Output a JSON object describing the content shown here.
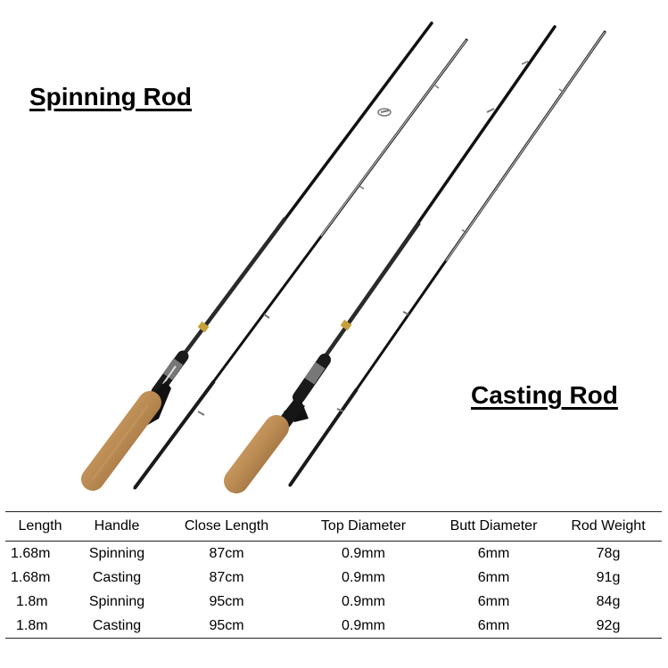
{
  "labels": {
    "spinning": "Spinning Rod",
    "casting": "Casting Rod"
  },
  "table": {
    "headers": [
      "Length",
      "Handle",
      "Close Length",
      "Top Diameter",
      "Butt Diameter",
      "Rod Weight"
    ],
    "rows": [
      [
        "1.68m",
        "Spinning",
        "87cm",
        "0.9mm",
        "6mm",
        "78g"
      ],
      [
        "1.68m",
        "Casting",
        "87cm",
        "0.9mm",
        "6mm",
        "91g"
      ],
      [
        "1.8m",
        "Spinning",
        "95cm",
        "0.9mm",
        "6mm",
        "84g"
      ],
      [
        "1.8m",
        "Casting",
        "95cm",
        "0.9mm",
        "6mm",
        "92g"
      ]
    ]
  },
  "colors": {
    "cork": "#b98a52",
    "blank": "#111111",
    "tip": "#9a9a9a"
  }
}
